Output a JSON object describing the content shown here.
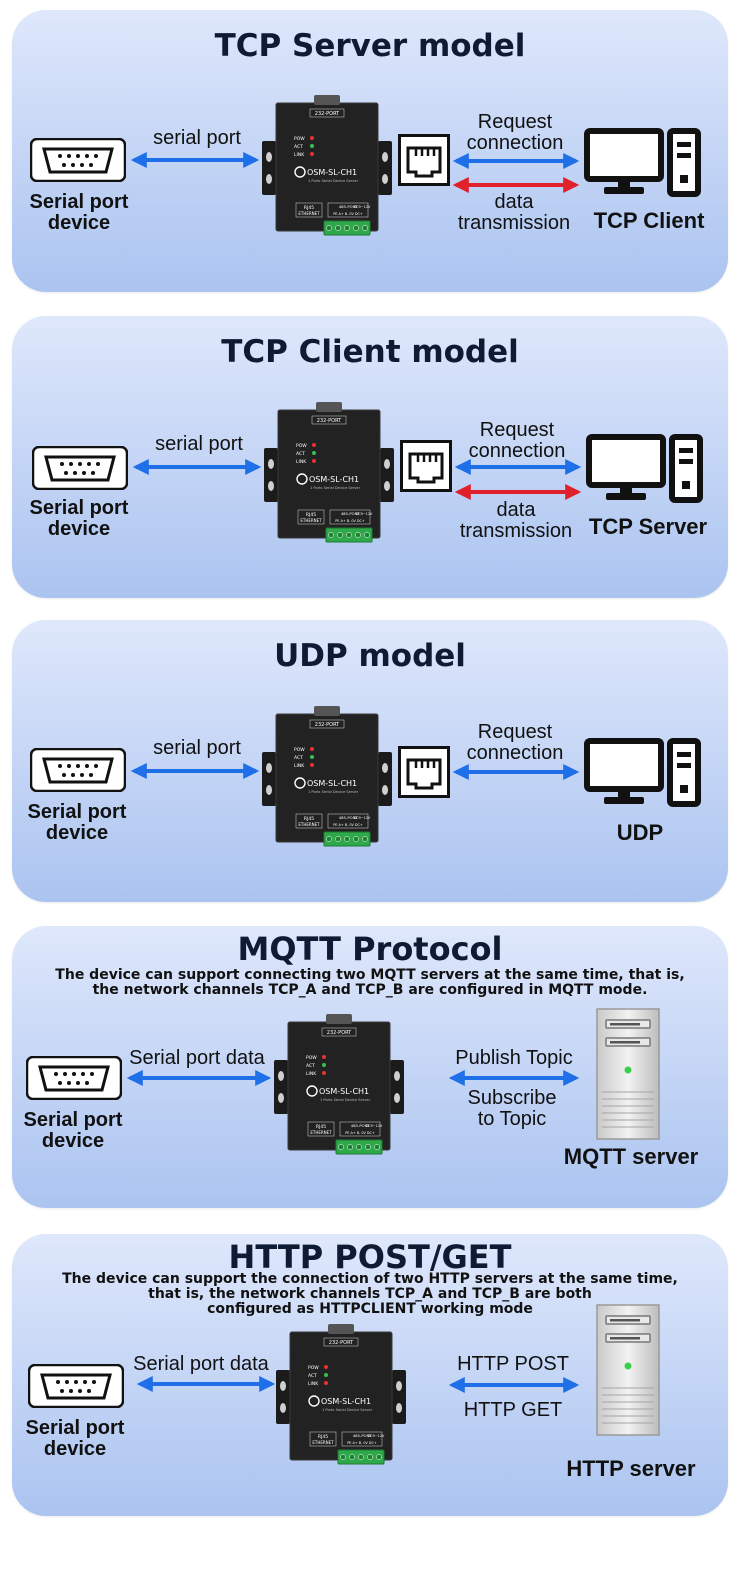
{
  "panels": [
    {
      "title": "TCP Server model",
      "serial_label": "serial port",
      "device_label_1": "Serial port",
      "device_label_2": "device",
      "arrow1_label_1": "Request",
      "arrow1_label_2": "connection",
      "arrow2_label_1": "data",
      "arrow2_label_2": "transmission",
      "target": "TCP Client"
    },
    {
      "title": "TCP Client model",
      "serial_label": "serial port",
      "device_label_1": "Serial port",
      "device_label_2": "device",
      "arrow1_label_1": "Request",
      "arrow1_label_2": "connection",
      "arrow2_label_1": "data",
      "arrow2_label_2": "transmission",
      "target": "TCP Server"
    },
    {
      "title": "UDP model",
      "serial_label": "serial port",
      "device_label_1": "Serial port",
      "device_label_2": "device",
      "arrow1_label_1": "Request",
      "arrow1_label_2": "connection",
      "target": "UDP"
    },
    {
      "title": "MQTT Protocol",
      "subtitle_1": "The device can support connecting two MQTT servers at the same time, that is,",
      "subtitle_2": "the network channels TCP_A and TCP_B are configured in MQTT mode.",
      "serial_label": "Serial port data",
      "device_label_1": "Serial port",
      "device_label_2": "device",
      "arrow_label_1": "Publish Topic",
      "arrow_label_2": "Subscribe",
      "arrow_label_3": "to Topic",
      "target": "MQTT server"
    },
    {
      "title": "HTTP POST/GET",
      "subtitle_1": "The device can support the connection of two HTTP servers at the same time,",
      "subtitle_2": "that is, the network channels TCP_A and TCP_B are both",
      "subtitle_3": "configured as HTTPCLIENT working mode",
      "serial_label": "Serial port data",
      "device_label_1": "Serial port",
      "device_label_2": "device",
      "arrow_label_1": "HTTP POST",
      "arrow_label_2": "HTTP GET",
      "target": "HTTP server"
    }
  ],
  "device": {
    "top_label": "232-PORT",
    "led_pow": "POW",
    "led_act": "ACT",
    "led_link": "LINK",
    "model": "OSM-SL-CH1",
    "model_sub": "1 Ports Serial Device Server",
    "port_rj45": "RJ45",
    "port_ethernet": "ETHERNET",
    "port_485": "485-PORT",
    "port_dc": "DC9~12V",
    "port_pins": "PE A+ B- 0V DC+"
  },
  "colors": {
    "blue_arrow": "#1f6fe8",
    "red_arrow": "#e0202a",
    "led_red": "#e8322e",
    "led_green": "#36c24a"
  }
}
